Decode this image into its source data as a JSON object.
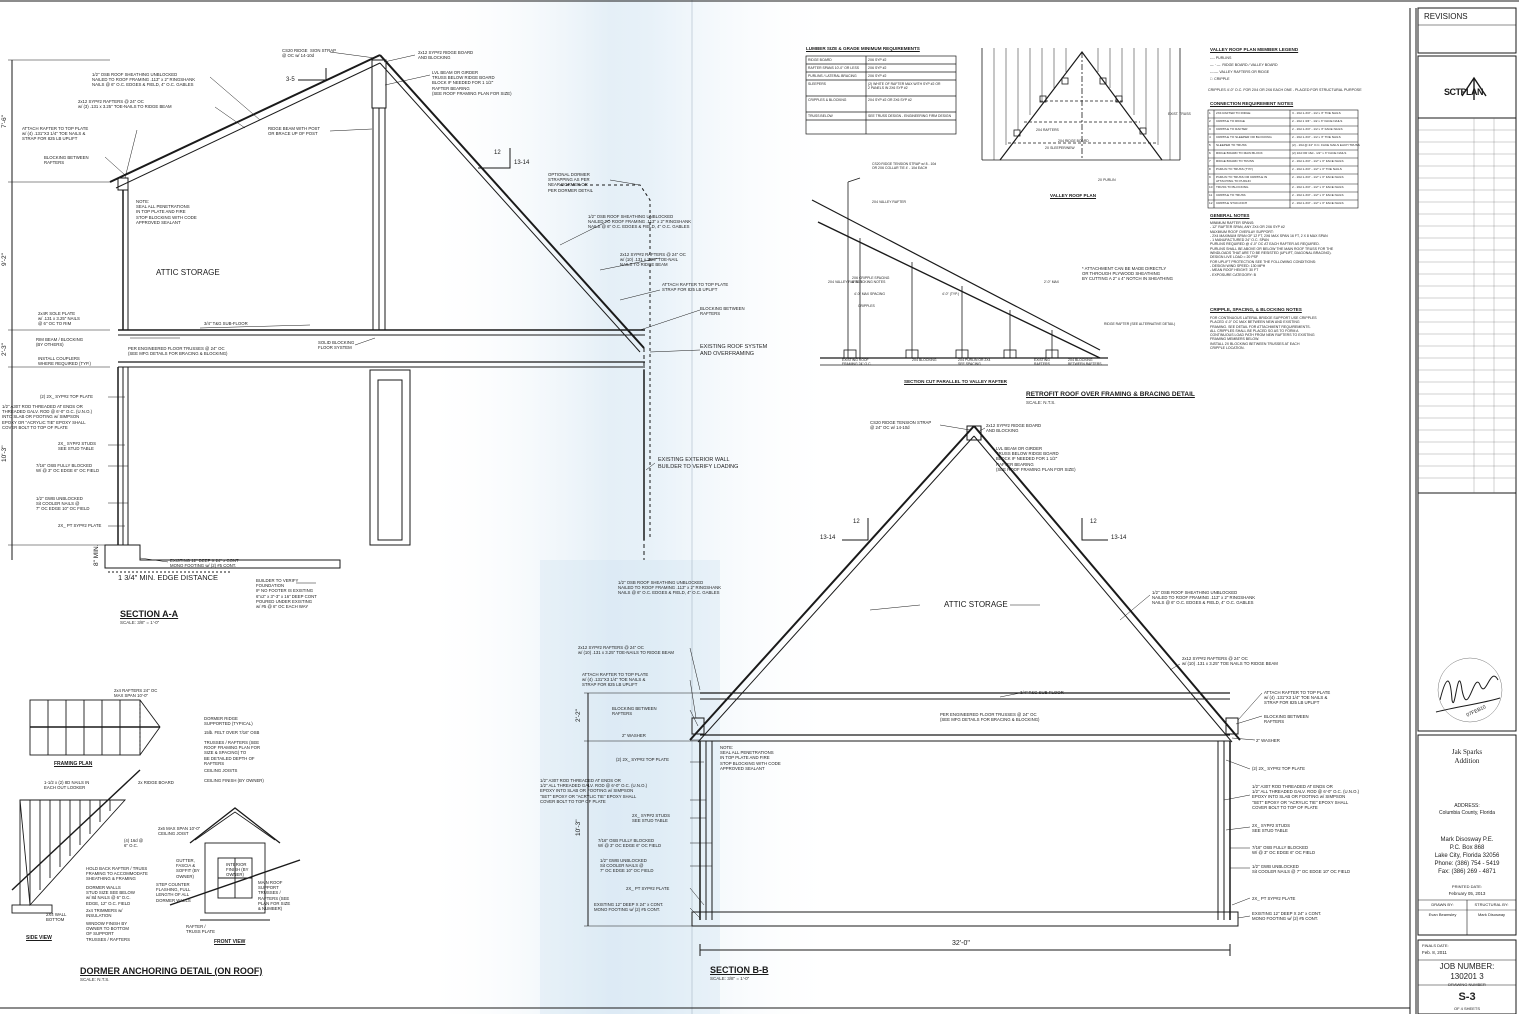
{
  "sheet": {
    "revisions_label": "REVISIONS",
    "logo_text": "SCTPLAN",
    "project_title": "Jak Sparks\nAddition",
    "address": "ADDRESS:\nColumbia County, Florida",
    "engineer": "Mark Disosway P.E.\nP.C. Box 868\nLake City, Florida 32056\nPhone: (386) 754 - 5419\nFax: (386) 269 - 4871",
    "printed_date_label": "PRINTED DATE:",
    "printed_date": "February 05, 2013",
    "drawn_by_label": "DRAWN BY:",
    "structural_by_label": "STRUCTURAL BY:",
    "drawn_by": "Evan Beamsley",
    "structural_by": "Mark Disosway",
    "finals_date_label": "FINALS DATE:",
    "finals_date": "Feb. 8, 2011",
    "job_number_label": "JOB NUMBER:",
    "job_number": "130201 3",
    "drawing_number_label": "DRAWING NUMBER",
    "drawing_number": "S-3",
    "sheets_of": "OF 4 SHEETS",
    "seal_date": "07FEB10"
  },
  "section_aa": {
    "title": "SECTION A-A",
    "scale": "SCALE: 3/8\" = 1'-0\"",
    "attic_storage": "ATTIC STORAGE",
    "edge_distance": "1 3/4\" MIN. EDGE DISTANCE",
    "pitch_run": "12",
    "pitch_rise": "13-14",
    "pitch_small": "3-5",
    "dim_1": "7'-6\"",
    "dim_2": "9'-2\"",
    "dim_3": "2'-3\"",
    "dim_4": "10'-3\"",
    "dim_5": "8\" MIN.",
    "notes": [
      "CS20 RIDGE  SION STRAP\n@ OC w/ 14-10d",
      "2x12 SYP#2 RIDGE BOARD\nAND BLOCKING",
      "LVL BEAM OR GIRDER\nTRUSS BELOW RIDGE BOARD\nBLOCK IF NEEDED FOR 1 1/2\"\nRAFTER BEARING\n(SEE ROOF FRAMING PLAN FOR SIZE)",
      "1/2\" OSB ROOF SHEATHING UNBLOCKED\nNAILED TO ROOF FRAMING .113\" x 2\" RINGSHANK\nNAILS @ 6\" O.C. EDGES & FIELD, 4\" O.C. GABLES",
      "2x12 SYP#2 RAFTERS @ 24\" OC\nw/ (3) .131 x 3.25\" TOE-NAILS TO RIDGE BEAM",
      "ATTACH RAFTER TO TOP PLATE\nw/ (4) .131\"X3 1/4\" TOE NAILS &\nSTRAP FOR 825 LB UPLIFT",
      "BLOCKING BETWEEN\nRAFTERS",
      "RIDGE BEAM WITH POST\nOR BRACE UP OF POST",
      "NOTE:\nSEAL ALL PENETRATIONS\nIN TOP PLATE AND FIRE\nSTOP BLOCKING WITH CODE\nAPPROVED SEALANT",
      "2x4R SOLE PLATE\nw/ .131 x 3.25\" NAILS\n@ 6\" OC TO RIM",
      "3/4\" T&G SUB-FLOOR",
      "RIM BEAM / BLOCKING\n(BY OTHERS)",
      "INSTALL COUPLERS\nWHERE REQUIRED (TYP.)",
      "PER ENGINEERED FLOOR TRUSSES @ 24\" OC\n(SEE MFG DETAILS FOR BRACING & BLOCKING)",
      "SOLID BLOCKING\nFLOOR SYSTEM",
      "(2) 2X_ SYP#2 TOP PLATE",
      "1/2\" A307 ROD THREADED AT ENDS OR\nTHREADED GALV. ROD @ 6'-0\" O.C. (U.N.O.)\nINTO SLAB OR FOOTING w/ SIMPSON\nEPOXY OR \"ACRYLIC TIE\" EPOXY SHALL\nCOVER BOLT TO TOP OF PLATE",
      "2X_ SYP#2 STUDS\nSEE STUD TABLE",
      "7/16\" OSB FULLY BLOCKED\nW/ @ 3\" OC EDGE 6\" OC FIELD",
      "1/2\" GWB UNBLOCKED\nSit COOLER NAILS @\n7\" OC EDGE 10\" OC FIELD",
      "2X_ PT SYP#2 PLATE",
      "EXISTING 12\" DEEP X 24\" x CONT\nMONO FOOTING w/ (2) #5 CONT.",
      "OPTIONAL DORMER\nSTRAPPING AS PER\nNEAR DORMER OR\nPER DORMER DETAIL",
      "1/2\" OSB ROOF SHEATHING UNBLOCKED\nNAILED TO ROOF FRAMING .113\" x 2\" RINGSHANK\nNAILS @ 6\" O.C. EDGES & FIELD, 4\" O.C. GABLES",
      "2x12 SYP#2 RAFTERS @ 24\" OC\nw/ (10) .131 x 3.25\" TOE-NAIL\nNAILS TO RIDGE BEAM",
      "ATTACH RAFTER TO TOP PLATE\nSTRAP FOR 825 LB UPLIFT",
      "BLOCKING BETWEEN\nRAFTERS",
      "EXISTING ROOF SYSTEM\nAND OVERFRAMING",
      "EXISTING EXTERIOR WALL\nBUILDER TO VERIFY LOADING",
      "BUILDER TO VERIFY\nFOUNDATION\nIF NO FOOTER IS EXISTING\n6\"x2\" x 3\"-3\" x 16\" DEEP CONT\nPOURED UNDER EXISTING\nw/ #5 @ 6\" OC EACH WAY"
    ]
  },
  "dormer": {
    "title": "DORMER ANCHORING DETAIL (ON ROOF)",
    "scale": "SCALE: N.T.S.",
    "framing_plan": "FRAMING PLAN",
    "side_view": "SIDE VIEW",
    "front_view": "FRONT VIEW",
    "notes": [
      "2x4 RAFTERS 24\" OC\nMAX SPAN 10'-0\"",
      "DORMER RIDGE\nSUPPORTED (TYPICAL)",
      "15lb. FELT OVER 7/16\" OSB",
      "TRUSSES / RAFTERS (SEE\nROOF FRAMING PLAN FOR\nSIZE & SPACING) TO\nBE DETAILED DEPTH OF\nRAFTERS",
      "CEILING JOISTS",
      "CEILING FINISH (BY OWNER)",
      "2x RIDGE BOARD",
      "1-1/2 x (2) 8D NAILS IN\nEACH OUT LOOKER",
      "(4) 16d @\n6\" O.C.",
      "HOLD BACK RAFTER / TRUSS\nFRAMING TO ACCOMMODATE\nSHEATHING & FRAMING",
      "DORMER WALLS\nSTUD SIZE SEE BELOW\nw/ 8d NAILS @ 6\" O.C.\nEDGE, 12\" O.C. FIELD",
      "2x4 TRIMMERS w/\nINSULATION",
      "WINDOW FINISH BY\nOWNER TO BOTTOM\nOF SUPPORT\nTRUSSES / RAFTERS",
      "2x6 MAX SPAN 10'-0\"\nCEILING JOIST",
      "GUTTER,\nFASCIA &\nSOFFIT (BY\nOWNER)",
      "STEP COUNTER\nFLASHING, FULL\nLENGTH OF ALL\nDORMER WALLS",
      "INTERIOR\nFINISH (BY\nOWNER)",
      "MAIN ROOF\nSUPPORT\nTRUSSES /\nRAFTERS (SEE\nPLAN FOR SIZE\n& NUMBER)",
      "RAFTER /\nTRUSS PLATE",
      "2X4 WALL\nBOTTOM"
    ]
  },
  "valley": {
    "lumber_table_title": "LUMBER SIZE & GRADE MINIMUM REQUIREMENTS",
    "lumber_rows": [
      [
        "RIDGE BOARD",
        "2X6 SYP #2"
      ],
      [
        "RAFTER SPANS 10'-0\" OR LESS",
        "2X6 SYP #2"
      ],
      [
        "PURLINS / LATERAL BRACING",
        "2X6 SYP #2"
      ],
      [
        "SLEEPERS",
        "(2) WHITE OF RAFTER MAX WITH SYP #2 OR\n2 PANELS IN 2X6 SYP #2"
      ],
      [
        "CRIPPLES & BLOCKING",
        "2X4 SYP #2 OR 2X6 SYP #2"
      ],
      [
        "TRUSS BELOW",
        "SEE TRUSS DESIGN - ENGINEERING FIRM DESIGN"
      ]
    ],
    "plan_title": "VALLEY ROOF PLAN",
    "section_title": "SECTION CUT PARALLEL TO VALLEY RAFTER",
    "detail_title": "RETROFIT ROOF OVER FRAMING & BRACING DETAIL",
    "detail_scale": "SCALE: N.T.S.",
    "legend_title": "VALLEY ROOF PLAN MEMBER LEGEND",
    "legend_items": [
      "---- PURLINS",
      "— · —  RIDGE BOARD / VALLEY BOARD",
      "------- VALLEY RAFTERS OR RIDGE",
      "□  CRIPPLE"
    ],
    "legend_note": "CRIPPLES 4'-0\" O.C. FOR 2X4 OR 2X6 EACH ONE - PLACED FOR STRUCTURAL PURPOSE",
    "conn_title": "CONNECTION REQUIREMENT NOTES",
    "conn_rows": [
      [
        "1",
        "2X4 RAFTER TO RIDGE",
        "3 - 16d 1-3/4\" - 1/2 x 3\" TOE NAILS"
      ],
      [
        "2",
        "CRIPPLE TO RIDGE",
        "2 - 16d 1 3/4\" - 1/2 x 3\" FACE NAILS"
      ],
      [
        "3",
        "CRIPPLE TO RAFTER",
        "2 - 16d 1-3/4\" - 1/2 x 3\" FACE NAILS"
      ],
      [
        "4",
        "CRIPPLE TO SLEEPER OR BLOCKING",
        "2 - 16d 1-3/4\" - 1/2 x 3\" TOE NAILS"
      ],
      [
        "5",
        "SLEEPER TO TRUSS",
        "(2) - 16d @ 24\" O.C. FACE NAILS EACH TRUSS"
      ],
      [
        "6",
        "RIDGE BOARD TO MAIN BLOCK",
        "(2) 10d OR 16d - 1/2\" x 3\" FACE NAILS"
      ],
      [
        "7",
        "RIDGE BOARD TO TRUSS",
        "2 - 16d 1-3/4\" - 1/2\" x 3\" FACE NAILS"
      ],
      [
        "8",
        "PURLIN TO TRUSS (TYP.)",
        "2 - 16d 1-3/4\" - 1/2\" x 3\" TOE NAILS"
      ],
      [
        "9",
        "PURLIN TO TRUSS OR CRIPPLE IN\nATTACHING TO PURLIN",
        "2 - 16d 1-3/4\" - 1/2\" x 3\" FACE NAILS"
      ],
      [
        "10",
        "TRUSS TO BLOCKING",
        "2 - 16d 1-3/4\" - 1/2\" x 3\" FACE NAILS"
      ],
      [
        "11",
        "CRIPPLE TO TRUSS",
        "2 - 16d 1-3/4\" - 1/2\" x 3\" FACE NAILS"
      ],
      [
        "12",
        "CRIPPLE STUD-INCH",
        "2 - 16d 1-3/4\" - 1/2\" x 3\" FACE NAILS"
      ]
    ],
    "general_title": "GENERAL NOTES",
    "general_notes": "MINIMUM RAFTER SPANS:\n- 12\" RAFTER SPAN, ANY 2X4 OR 2X6 SYP #2\nMAXIMUM ROOF OVERLAY SUPPORT:\n- 2X4 MAXIMUM SPAN OF 12 FT, 2X6 MAX SPAN 16 FT, 2 X 8 MAX SPAN\n- 1 MANUFACTURED 24\" O.C. SPAN\nPURLINS REQUIRED @ 4'-0\" OC AT EACH RAFTER AS REQUIRED.\nPURLINS SHALL BE ABOVE OR BELOW THE MAIN ROOF TRUSS FOR THE\nWINDLOADS THAT ARE TO BE RESISTED (UPLIFT, DIAGONAL BRACING).\nDESIGN LIVE LOAD = 20 PSF\nFOR UPLIFT PROTECTION SEE THE FOLLOWING CONDITIONS:\n- DESIGN WIND SPEED: 130 MPH\n- MEAN ROOF HEIGHT: 30 FT\n- EXPOSURE CATEGORY: B",
    "cripple_title": "CRIPPLE, SPACING, & BLOCKING NOTES",
    "cripple_notes": "FOR CONTINUOUS LATERAL BRIDGE SUPPORT USE CRIPPLES\nPLACED 4'-0\" OC MAX BETWEEN NEW AND EXISTING\nFRAMING. SEE DETAIL FOR ATTACHMENT REQUIREMENTS.\nALL CRIPPLES SHALL BE PLACED SO AS TO FORM A\nCONTINUOUS LOAD PATH FROM NEW RAFTERS TO EXISTING\nFRAMING MEMBERS BELOW.\nINSTALL 2X BLOCKING BETWEEN TRUSSES AT EACH\nCRIPPLE LOCATION.",
    "attach_note": "* ATTACHMENT CAN BE MADE DIRECTLY\nOR THROUGH PLYWOOD SHEATHING\nBY CUTTING A 2\" x 4\" NOTCH IN SHEATHING",
    "plan_labels": [
      "EXIST. TRUSS",
      "2X4 RIDGE BOARD",
      "2X SLEEPER/NEW",
      "2X4 RAFTERS",
      "2X PURLIN"
    ],
    "section_labels": [
      "CS20 RIDGE TENSION STRAP w/ 8 - 10d\nOR 2X6 COLLAR TIE 4' - 10d EACH",
      "2X4 VALLEY RAFTER",
      "2X4 VALLEY RAFTER",
      "2X6 CRIPPLE SPACING\n& BLOCKING NOTES",
      "4'-0\" MAX SPACING",
      "4'-0\" (TYP.)",
      "2'-0\" MAX",
      "CRIPPLES",
      "RIDGE RAFTER (SEE ALTERNATIVE DETAIL)",
      "EXISTING ROOF\nFRAMING 24\" O.C.",
      "2X4 BLOCKING",
      "2X4 PURLIN OR 2X4\nSEE SPACING",
      "EXISTING\nRAFTERS",
      "2X4 BLOCKING\nBETWEEN RAFTERS"
    ]
  },
  "section_bb": {
    "title": "SECTION B-B",
    "scale": "SCALE: 3/8\" = 1'-0\"",
    "attic_storage": "ATTIC STORAGE",
    "pitch_run_left": "12",
    "pitch_rise_left": "13-14",
    "pitch_run_right": "12",
    "pitch_rise_right": "13-14",
    "dim_height_1": "2'-2\"",
    "dim_height_2": "10'-3\"",
    "span": "32'-0\"",
    "notes_right": [
      "2x12 SYP#2 RIDGE BOARD\nAND BLOCKING",
      "LVL BEAM OR GIRDER\nTRUSS BELOW RIDGE BOARD\nBLOCK IF NEEDED FOR 1 1/2\"\nRAFTER BEARING\n(SEE ROOF FRAMING PLAN FOR SIZE)",
      "1/2\" OSB ROOF SHEATHING UNBLOCKED\nNAILED TO ROOF FRAMING .113\" x 2\" RINGSHANK\nNAILS @ 6\" O.C. EDGES & FIELD, 4\" O.C. GABLES",
      "2x12 SYP#2 RAFTERS @ 24\" OC\nw/ (10) .131 x 3.25\" TOE NAILS TO RIDGE BEAM",
      "ATTACH RAFTER TO TOP PLATE\nw/ (4) .131\"X3 1/4\" TOE NAILS &\nSTRAP FOR 825 LB UPLIFT",
      "BLOCKING BETWEEN\nRAFTERS",
      "2\" WASHER",
      "(2) 2X_ SYP#2 TOP PLATE",
      "1/2\" A307 ROD THREADED AT ENDS OR\n1/2\" ALL THREADED GALV. ROD @ 6'-0\" O.C. (U.N.O.)\nEPOXY INTO SLAB OR FOOTING w/ SIMPSON\n\"SET\" EPOXY OR \"ACRYLIC TIE\" EPOXY SHALL\nCOVER BOLT TO TOP OF PLATE",
      "2X_ SYP#2 STUDS\nSEE STUD TABLE",
      "7/16\" OSB FULLY BLOCKED\nW/ @ 3\" OC EDGE 6\" OC FIELD",
      "1/2\" GWB UNBLOCKED\nSit COOLER NAILS @ 7\" OC EDGE 10\" OC FIELD",
      "2X_ PT SYP#2 PLATE",
      "EXISTING 12\" DEEP X 24\" x CONT.\nMONO FOOTING w/ (2) #5 CONT."
    ],
    "notes_left": [
      "CS20 RIDGE TENSION STRAP\n@ 24\" OC w/ 14-10d",
      "1/2\" OSB ROOF SHEATHING UNBLOCKED\nNAILED TO ROOF FRAMING .113\" x 2\" RINGSHANK\nNAILS @ 6\" O.C. EDGES & FIELD, 4\" O.C. GABLES",
      "2x12 SYP#2 RAFTERS @ 24\" OC\nw/ (10) .131 x 3.25\" TOE-NAILS TO RIDGE BEAM",
      "ATTACH RAFTER TO TOP PLATE\nw/ (4) .131\"X3 1/4\" TOE NAILS &\nSTRAP FOR 825 LB UPLIFT",
      "BLOCKING BETWEEN\nRAFTERS",
      "2\" WASHER",
      "(2) 2X_ SYP#2 TOP PLATE",
      "1/2\" A307 ROD THREADED AT ENDS OR\n1/2\" ALL THREADED GALV. ROD @ 6'-0\" O.C. (U.N.O.)\nEPOXY INTO SLAB OR FOOTING w/ SIMPSON\n\"SET\" EPOXY OR \"ACRYLIC TIE\" EPOXY SHALL\nCOVER BOLT TO TOP OF PLATE",
      "2X_ SYP#2 STUDS\nSEE STUD TABLE",
      "7/16\" OSB FULLY BLOCKED\nW/ @ 3\" OC EDGE 6\" OC FIELD",
      "1/2\" GWB UNBLOCKED\nSit COOLER NAILS @\n7\" OC EDGE 10\" OC FIELD",
      "2X_ PT SYP#2 PLATE",
      "EXISTING 12\" DEEP X 24\" x CONT.\nMONO FOOTING w/ (2) #5 CONT.",
      "NOTE:\nSEAL ALL PENETRATIONS\nIN TOP PLATE AND FIRE\nSTOP BLOCKING WITH CODE\nAPPROVED SEALANT"
    ],
    "subfloor": "3/4\" T&G SUB-FLOOR",
    "floor_trusses": "PER ENGINEERED FLOOR TRUSSES @ 24\" OC\n(SEE MFG DETAILS FOR BRACING & BLOCKING)"
  },
  "colors": {
    "ink": "#1a1a1a",
    "paper": "#ffffff",
    "scan_tint": "#d6e6f2"
  }
}
